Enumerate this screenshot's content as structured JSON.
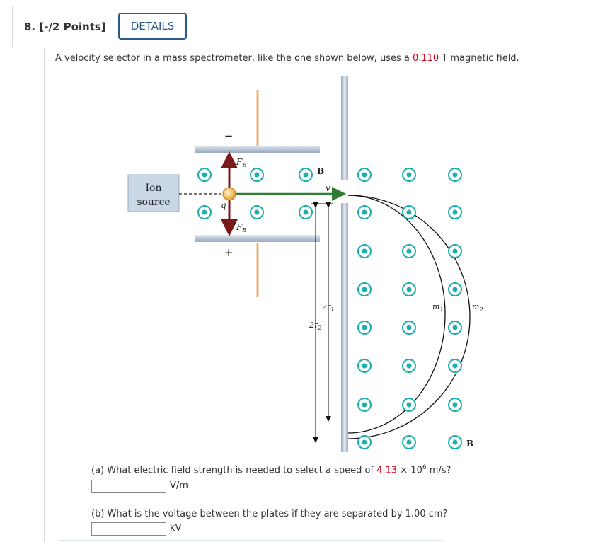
{
  "header": {
    "question_number": "8.",
    "points": "[-/2 Points]",
    "details_label": "DETAILS"
  },
  "problem": {
    "prompt_before": "A velocity selector in a mass spectrometer, like the one shown below, uses a ",
    "field_value": "0.110",
    "prompt_after": " T magnetic field."
  },
  "diagram": {
    "ion_source_line1": "Ion",
    "ion_source_line2": "source",
    "minus_sign": "−",
    "plus_sign": "+",
    "charge_label": "q",
    "fe_label": "F",
    "fe_sub": "E",
    "fb_label": "F",
    "fb_sub": "B",
    "b_label": "B",
    "v_label": "v",
    "r1_label": "2r",
    "r1_sub": "1",
    "r2_label": "2r",
    "r2_sub": "2",
    "m1_label": "m",
    "m1_sub": "1",
    "m2_label": "m",
    "m2_sub": "2",
    "b_label_bottom": "B",
    "colors": {
      "field_dot": "#1aaeae",
      "force_arrow": "#7a1a1a",
      "velocity_arrow": "#2e7d32",
      "plate": "#b9c6d6",
      "wire": "#e8b078",
      "ion": "#f0b040"
    }
  },
  "part_a": {
    "text_before": "(a) What electric field strength is needed to select a speed of ",
    "speed_mantissa": "4.13",
    "times": " × 10",
    "exponent": "6",
    "text_after": " m/s?",
    "unit": "V/m"
  },
  "part_b": {
    "text": "(b) What is the voltage between the plates if they are separated by 1.00 cm?",
    "unit": "kV"
  }
}
